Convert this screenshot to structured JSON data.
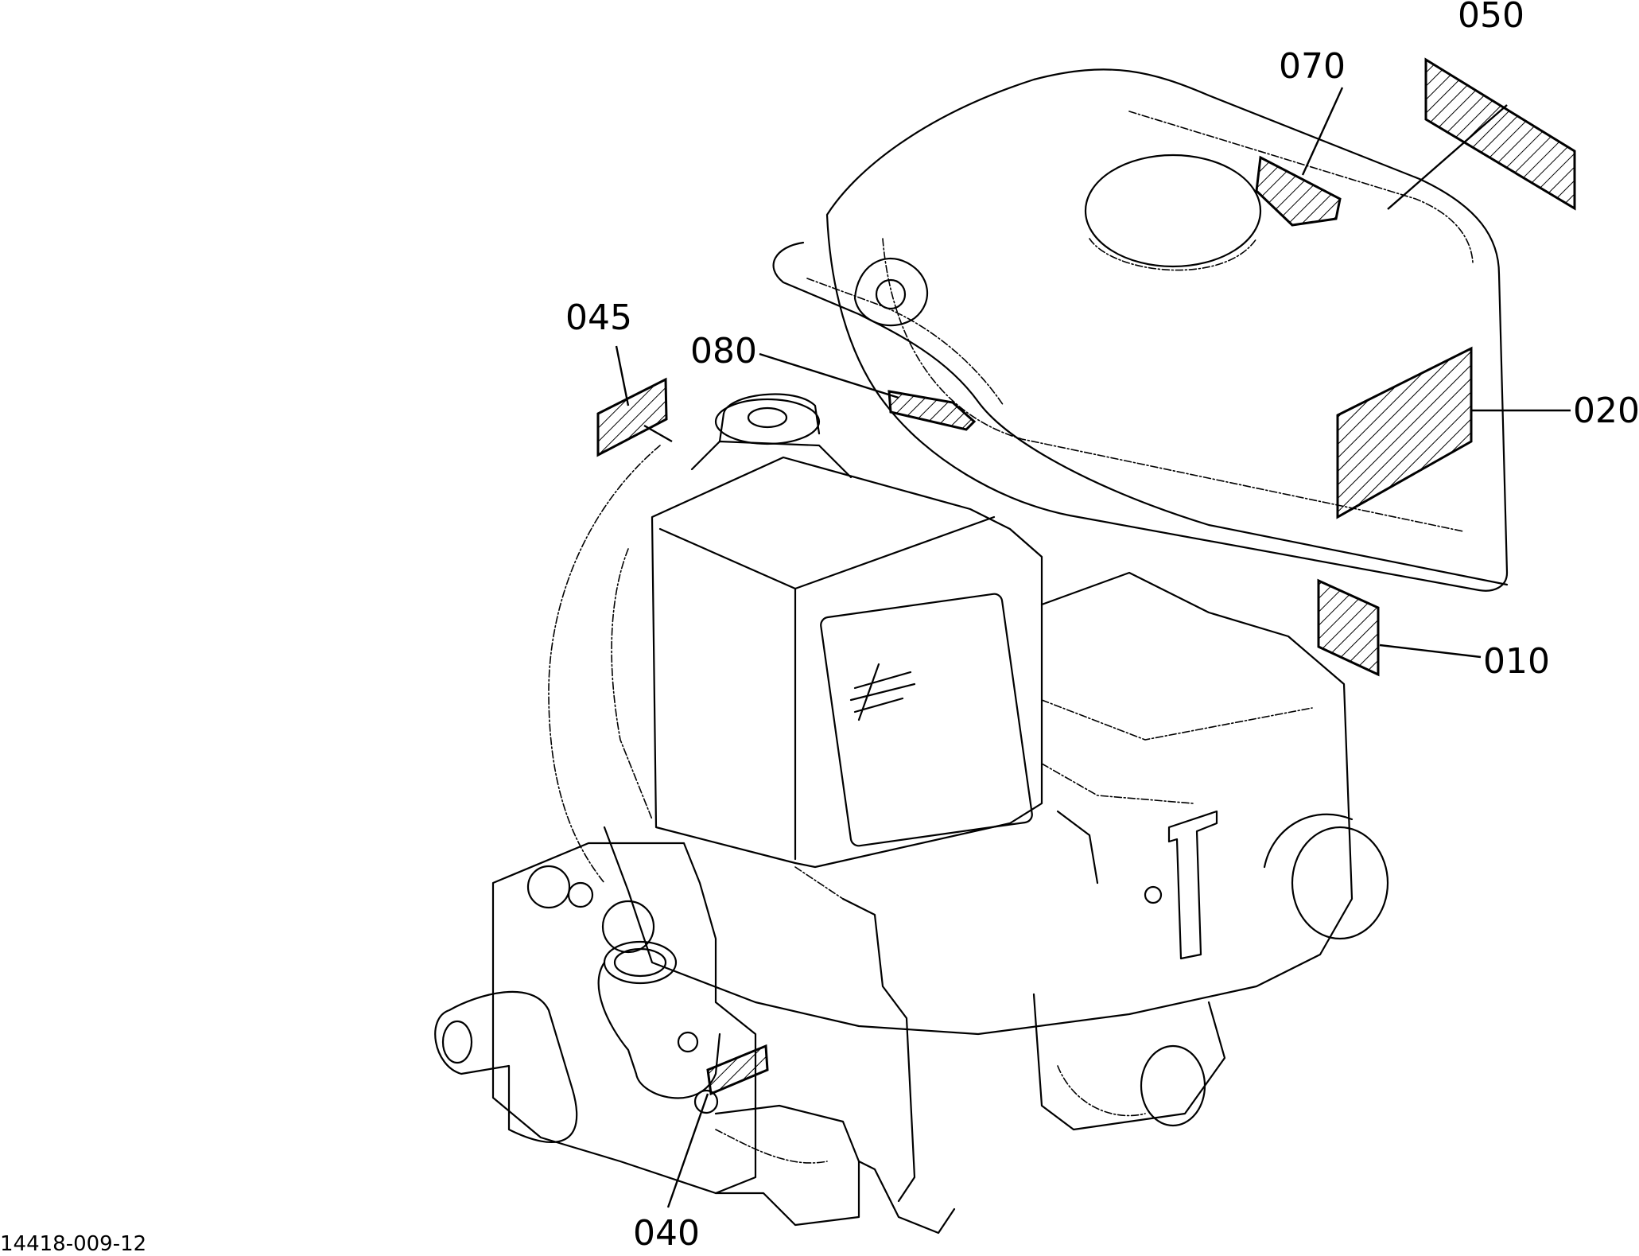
{
  "drawing": {
    "id": "14418-009-12"
  },
  "callouts": [
    {
      "part_no": "050"
    },
    {
      "part_no": "070"
    },
    {
      "part_no": "045"
    },
    {
      "part_no": "080"
    },
    {
      "part_no": "020"
    },
    {
      "part_no": "010"
    },
    {
      "part_no": "040"
    }
  ],
  "colors": {
    "line": "#000000",
    "background": "#ffffff"
  }
}
